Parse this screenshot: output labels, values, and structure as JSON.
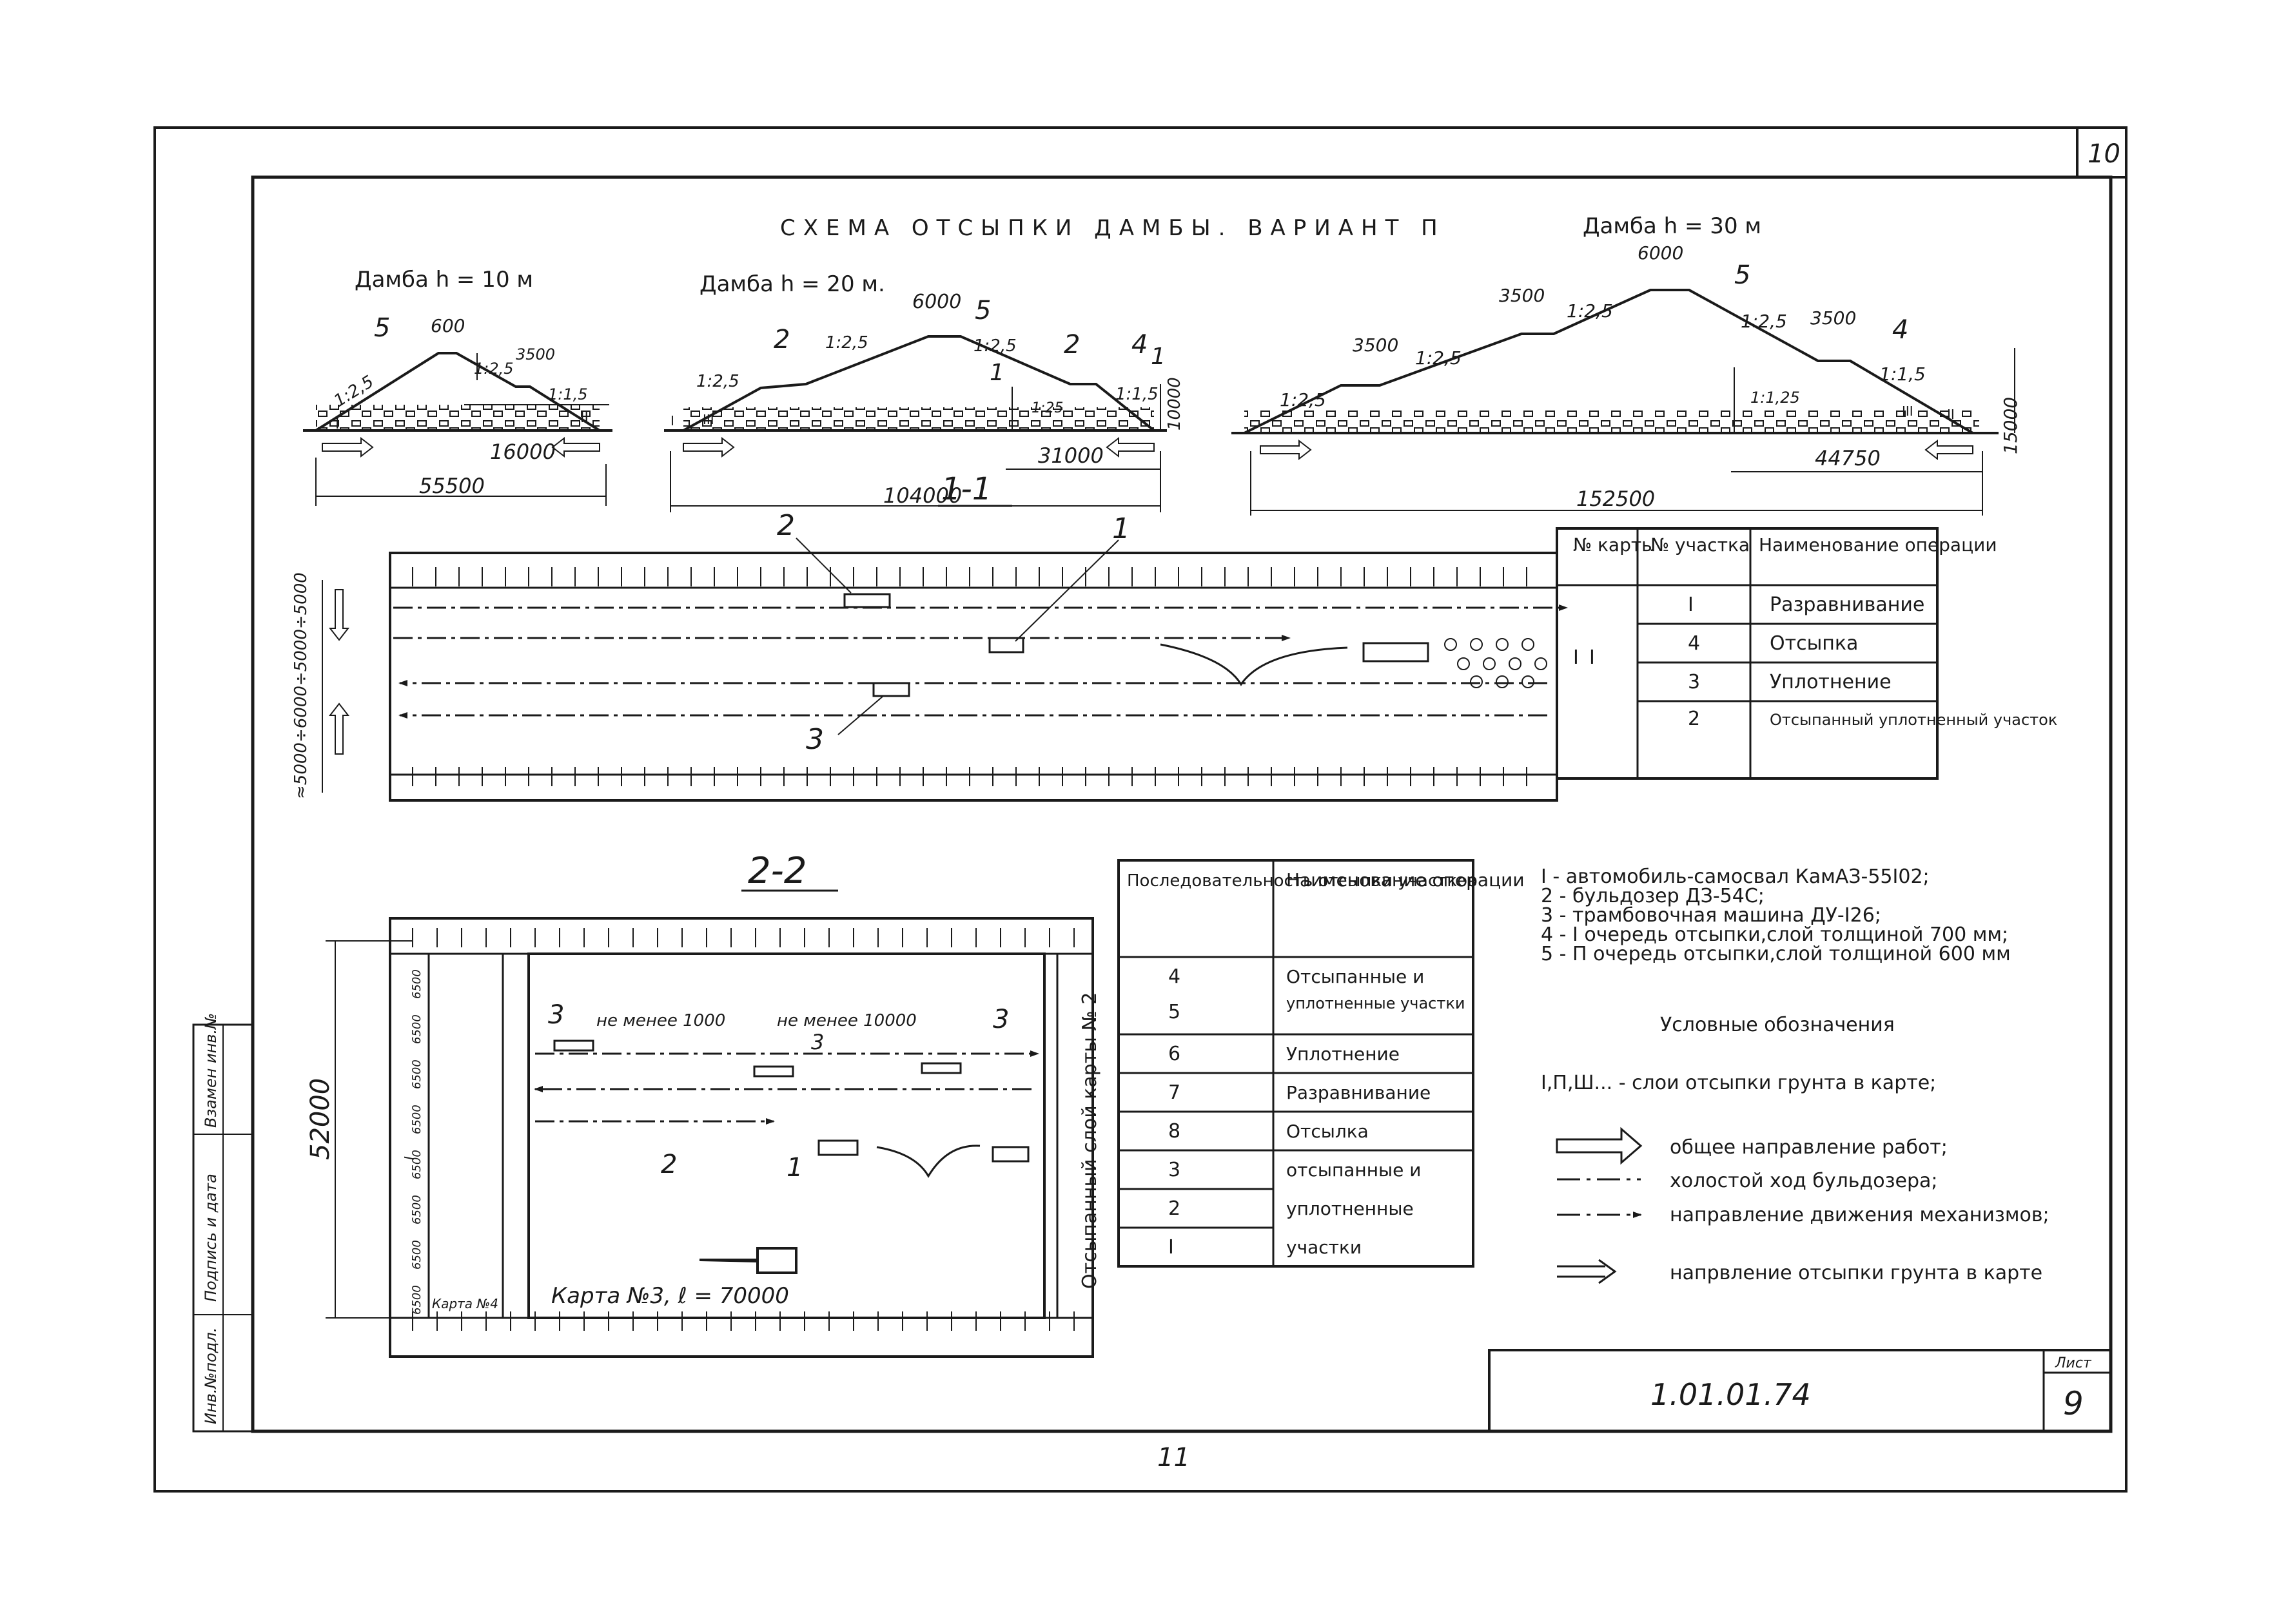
{
  "sheet": {
    "top_page_number": "10",
    "bottom_page_number": "11",
    "title": "СХЕМА ОТСЫПКИ ДАМБЫ. ВАРИАНТ П",
    "doc_code": "1.01.01.74",
    "sheet_label": "Лист",
    "sheet_number": "9",
    "side_stamp": [
      "Инв.№подл.",
      "Подпись и дата",
      "Взамен инв.№"
    ]
  },
  "sections": {
    "dam10": {
      "title": "Дамба h = 10 м",
      "top_width": "600",
      "step": "3500",
      "slopes": [
        "1:2,5",
        "1:2,5",
        "1:1,5"
      ],
      "labels": [
        "5",
        "I",
        "II"
      ],
      "dim_right": "16000",
      "dim_total": "55500"
    },
    "dam20": {
      "title": "Дамба h = 20 м.",
      "top_width": "6000",
      "slopes": [
        "1:2,5",
        "1:2,5",
        "1:2,5",
        "1:1,5",
        "1:25"
      ],
      "labels": [
        "2",
        "5",
        "2",
        "4",
        "1",
        "1",
        "III",
        "I"
      ],
      "dim_height": "10000",
      "dim_right": "31000",
      "dim_total": "104000"
    },
    "dam30": {
      "title": "Дамба h = 30 м",
      "top_width": "6000",
      "berm_upper": "3500",
      "berm_lower": "3500",
      "berm_right": "3500",
      "slopes": [
        "1:2,5",
        "1:2,5",
        "1:2,5",
        "1:2,5",
        "1:1,25",
        "1:1,5"
      ],
      "labels": [
        "5",
        "4",
        "III",
        "II"
      ],
      "dim_height": "15000",
      "dim_right": "44750",
      "dim_total": "152500"
    }
  },
  "plan1": {
    "section_label": "1-1",
    "left_dims": "≈5000÷6000÷5000÷5000",
    "callouts": [
      "2",
      "1",
      "3"
    ],
    "layer": "I"
  },
  "table1": {
    "headers": [
      "№ карты",
      "№ участка",
      "Наименование операции"
    ],
    "card": "I",
    "rows": [
      {
        "section": "I",
        "operation": "Разравнивание"
      },
      {
        "section": "4",
        "operation": "Отсыпка"
      },
      {
        "section": "3",
        "operation": "Уплотнение"
      },
      {
        "section": "2",
        "operation": "Отсыпанный уплотненный участок"
      }
    ]
  },
  "plan2": {
    "section_label": "2-2",
    "height_dim": "52000",
    "strip_dims": [
      "6500",
      "6500",
      "6500",
      "6500",
      "6500",
      "6500",
      "6500",
      "6500"
    ],
    "map4": "Карта №4",
    "map3": "Карта №3, ℓ = 70000",
    "min1": "не менее 1000",
    "min2": "не менее 10000",
    "callouts": [
      "3",
      "3",
      "3",
      "2",
      "1"
    ],
    "side_text": "Отсыпанный слой карты № 2",
    "layer_mark": "I"
  },
  "table2": {
    "headers": [
      "Последовательность отсыпки участков",
      "Наименование операции"
    ],
    "rows": [
      {
        "seq": "4",
        "operation": "Отсыпанные и"
      },
      {
        "seq": "5",
        "operation": "уплотненные участки"
      },
      {
        "seq": "6",
        "operation": "Уплотнение"
      },
      {
        "seq": "7",
        "operation": "Разравнивание"
      },
      {
        "seq": "8",
        "operation": "Отсылка"
      },
      {
        "seq": "3",
        "operation": "отсыпанные и"
      },
      {
        "seq": "2",
        "operation": "уплотненные"
      },
      {
        "seq": "I",
        "operation": "участки"
      }
    ]
  },
  "legend_machines": [
    "I - автомобиль-самосвал КамАЗ-55I02;",
    "2 - бульдозер ДЗ-54С;",
    "3 - трамбовочная машина ДУ-I26;",
    "4 - I очередь отсыпки,слой толщиной 700 мм;",
    "5 - П очередь отсыпки,слой толщиной 600 мм"
  ],
  "legend": {
    "title": "Условные обозначения",
    "layers": "I,П,Ш... - слои отсыпки грунта в карте;",
    "items": [
      "общее направление работ;",
      "холостой ход бульдозера;",
      "направление движения механизмов;",
      "напрвление отсыпки грунта в карте"
    ]
  }
}
